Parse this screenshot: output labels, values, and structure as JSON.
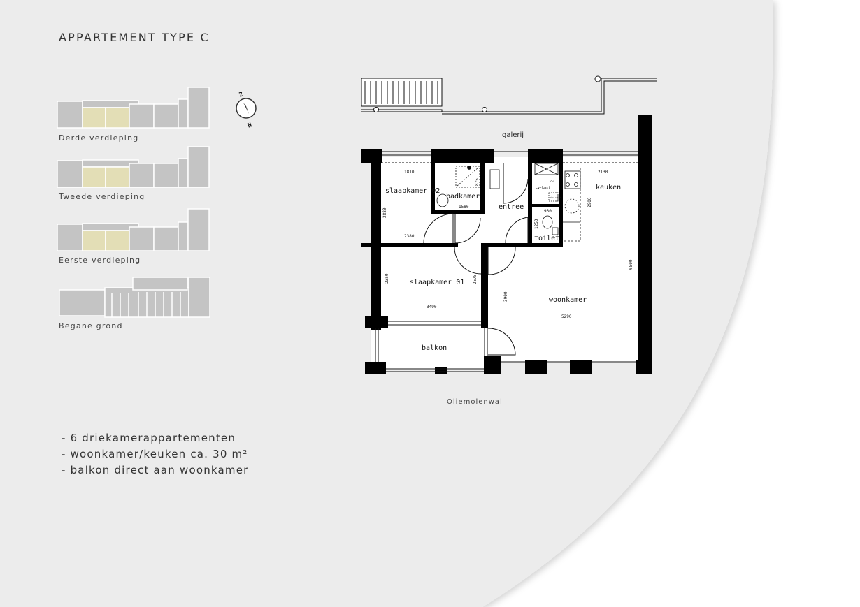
{
  "title": "APPARTEMENT TYPE C",
  "floors": [
    {
      "label": "Derde verdieping"
    },
    {
      "label": "Tweede verdieping"
    },
    {
      "label": "Eerste verdieping"
    },
    {
      "label": "Begane grond"
    }
  ],
  "compass": {
    "top_letter": "Z",
    "bottom_letter": "N",
    "icon": "compass-icon"
  },
  "plan": {
    "galerij": "galerij",
    "street": "Oliemolenwal",
    "rooms": {
      "slaapkamer02": "slaapkamer 02",
      "badkamer": "badkamer",
      "entree": "entree",
      "keuken": "keuken",
      "toilet": "toilet",
      "slaapkamer01": "slaapkamer 01",
      "woonkamer": "woonkamer",
      "balkon": "balkon",
      "cvkast": "cv-kast",
      "cv": "cv",
      "wtw": "wtw-unit"
    },
    "dims": {
      "sk02_w": "1810",
      "sk02_h": "2880",
      "sk02_w2": "2380",
      "bad_w": "1580",
      "bad_h": "875",
      "toilet_w": "930",
      "toilet_h": "1250",
      "keuken_w": "2130",
      "keuken_h": "2900",
      "sk01_w": "3490",
      "sk01_h": "2350",
      "sk01_h2": "2575",
      "woon_w": "5290",
      "woon_h": "3900",
      "total_h": "6800"
    }
  },
  "bullets": [
    "- 6 driekamerappartementen",
    "- woonkamer/keuken ca. 30 m²",
    "- balkon direct aan woonkamer"
  ],
  "colors": {
    "page": "#ececec",
    "highlight": "#e3deb6",
    "block": "#c4c4c4"
  }
}
